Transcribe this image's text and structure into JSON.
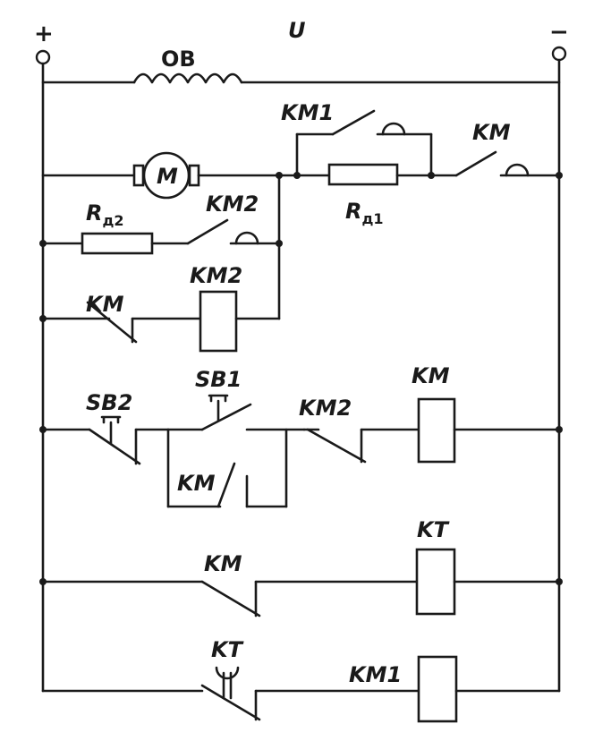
{
  "supply": {
    "voltage": "U",
    "plus": "+",
    "minus": "−"
  },
  "excitation": {
    "label": "ОВ"
  },
  "motor": {
    "label": "M"
  },
  "resistors": {
    "rd1_main": "R",
    "rd1_sub": "д1",
    "rd2_main": "R",
    "rd2_sub": "д2"
  },
  "contacts": {
    "km1_top": "KM1",
    "km_main": "KM",
    "km2_rd2": "KM2",
    "km_coil_km2": "KM",
    "sb2": "SB2",
    "sb1": "SB1",
    "km_hold": "KM",
    "km2_series": "KM2",
    "km_kt": "KM",
    "kt_km1": "KT"
  },
  "coils": {
    "km2": "KM2",
    "km": "KM",
    "kt": "KT",
    "km1": "KM1"
  }
}
